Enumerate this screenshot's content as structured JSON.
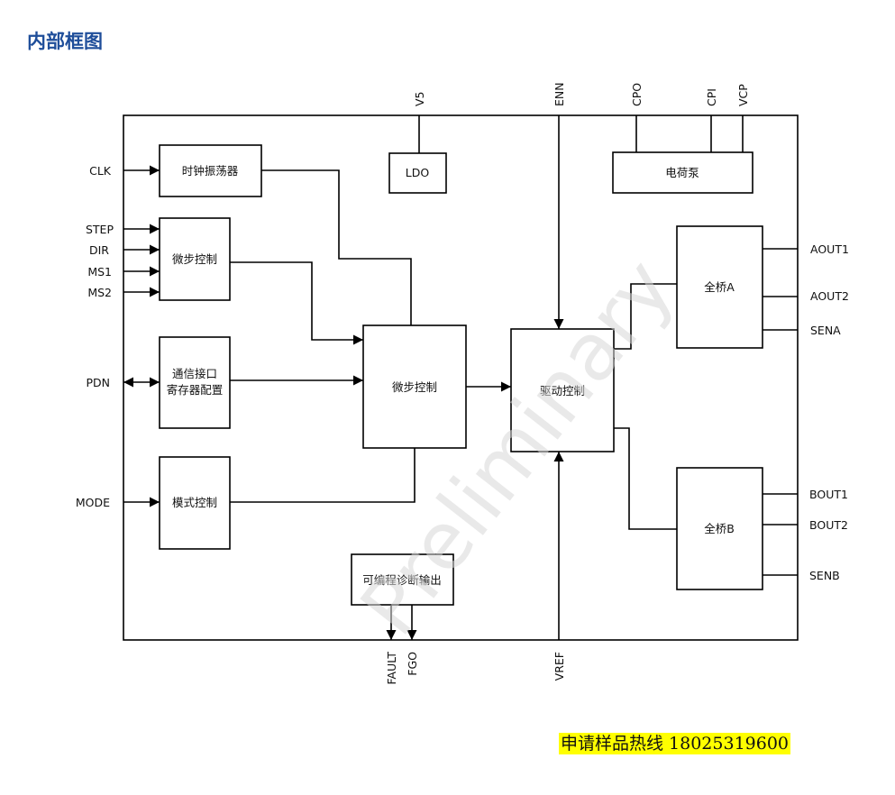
{
  "heading": "内部框图",
  "blocks": {
    "clock_osc": "时钟振荡器",
    "ldo": "LDO",
    "charge_pump": "电荷泵",
    "microstep_in": "微步控制",
    "comm_l1": "通信接口",
    "comm_l2": "寄存器配置",
    "mode_ctrl": "模式控制",
    "microstep_core": "微步控制",
    "driver": "驱动控制",
    "bridge_a": "全桥A",
    "bridge_b": "全桥B",
    "diag": "可编程诊断输出"
  },
  "pins": {
    "clk": "CLK",
    "step": "STEP",
    "dir": "DIR",
    "ms1": "MS1",
    "ms2": "MS2",
    "pdn": "PDN",
    "mode": "MODE",
    "v5": "V5",
    "enn": "ENN",
    "cpo": "CPO",
    "cpi": "CPI",
    "vcp": "VCP",
    "aout1": "AOUT1",
    "aout2": "AOUT2",
    "sena": "SENA",
    "bout1": "BOUT1",
    "bout2": "BOUT2",
    "senb": "SENB",
    "fault": "FAULT",
    "fgo": "FGO",
    "vref": "VREF"
  },
  "watermark": "Preliminary",
  "hotline": "申请样品热线  18025319600"
}
